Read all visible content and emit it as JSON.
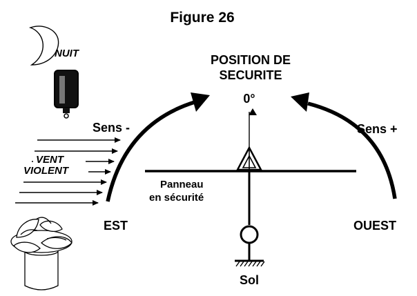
{
  "figure_title": "Figure 26",
  "night_label": "NUIT",
  "safety_position": {
    "line1": "POSITION DE",
    "line2": "SECURITE",
    "angle": "0°"
  },
  "direction_minus": "Sens -",
  "direction_plus": "Sens +",
  "wind": {
    "line1": "VENT",
    "line2": "VIOLENT"
  },
  "panel": {
    "line1": "Panneau",
    "line2": "en sécurité"
  },
  "east": "EST",
  "west": "OUEST",
  "ground": "Sol",
  "icons": [
    "moon-icon",
    "light-sensor-icon",
    "anemometer-icon"
  ]
}
